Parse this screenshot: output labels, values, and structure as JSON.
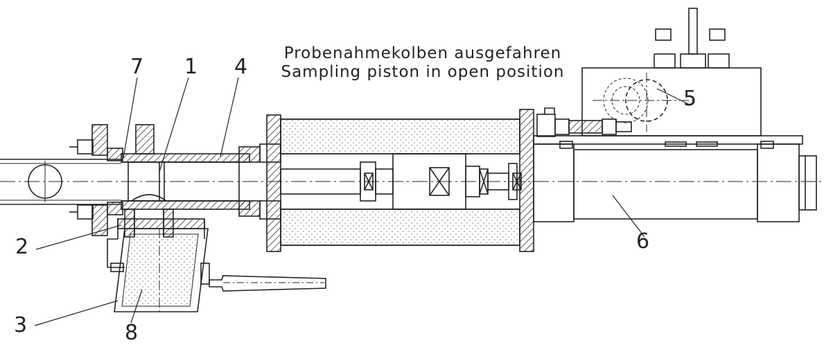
{
  "caption": {
    "german": "Probenahmekolben ausgefahren",
    "english": "Sampling piston in open position"
  },
  "callouts": {
    "n1": "1",
    "n2": "2",
    "n3": "3",
    "n4": "4",
    "n5": "5",
    "n6": "6",
    "n7": "7",
    "n8": "8"
  },
  "colors": {
    "line": "#222222",
    "hatch": "#444444",
    "fill_dots": "#777777",
    "background": "#ffffff"
  }
}
